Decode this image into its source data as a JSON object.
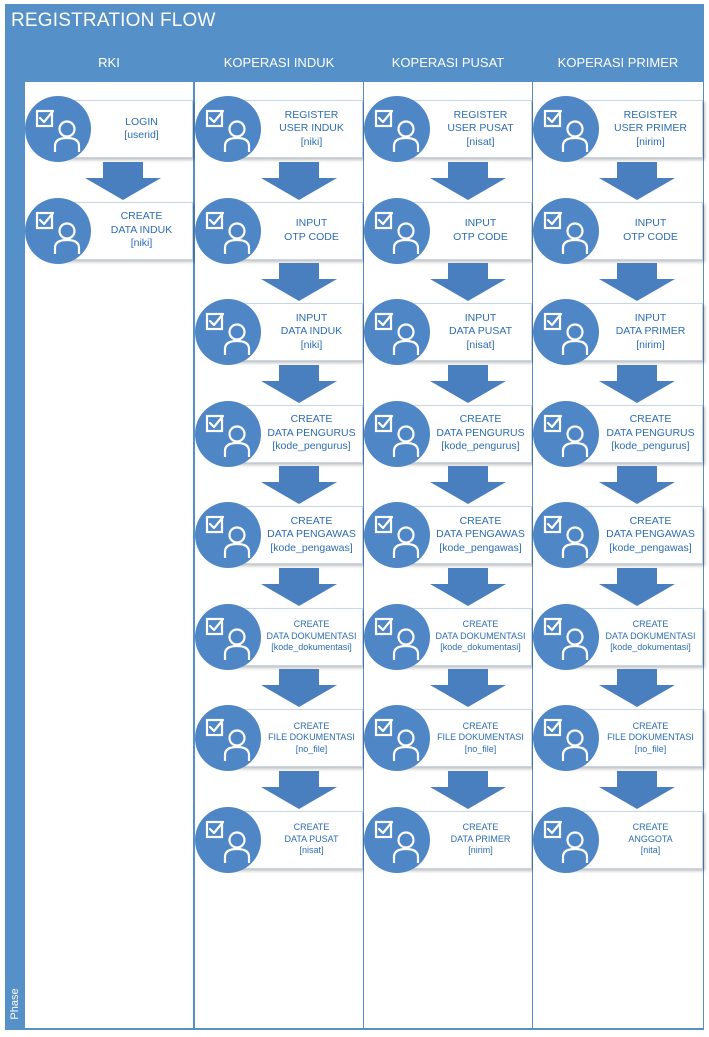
{
  "title": "REGISTRATION FLOW",
  "phase_label": "Phase",
  "colors": {
    "frame": "#5590c9",
    "circle": "#4f86c6",
    "text": "#2d6db3",
    "arrow": "#4a7fbf"
  },
  "lanes": [
    {
      "header": "RKI",
      "steps": [
        [
          "LOGIN",
          "[userid]"
        ],
        [
          "CREATE",
          "DATA INDUK",
          "[niki]"
        ]
      ]
    },
    {
      "header": "KOPERASI INDUK",
      "steps": [
        [
          "REGISTER",
          "USER INDUK",
          "[niki]"
        ],
        [
          "INPUT",
          "OTP CODE"
        ],
        [
          "INPUT",
          "DATA INDUK",
          "[niki]"
        ],
        [
          "CREATE",
          "DATA PENGURUS",
          "[kode_pengurus]"
        ],
        [
          "CREATE",
          "DATA PENGAWAS",
          "[kode_pengawas]"
        ],
        [
          "CREATE",
          "DATA DOKUMENTASI",
          "[kode_dokumentasi]"
        ],
        [
          "CREATE",
          "FILE DOKUMENTASI",
          "[no_file]"
        ],
        [
          "CREATE",
          "DATA PUSAT",
          "[nisat]"
        ]
      ]
    },
    {
      "header": "KOPERASI PUSAT",
      "steps": [
        [
          "REGISTER",
          "USER PUSAT",
          "[nisat]"
        ],
        [
          "INPUT",
          "OTP CODE"
        ],
        [
          "INPUT",
          "DATA PUSAT",
          "[nisat]"
        ],
        [
          "CREATE",
          "DATA PENGURUS",
          "[kode_pengurus]"
        ],
        [
          "CREATE",
          "DATA PENGAWAS",
          "[kode_pengawas]"
        ],
        [
          "CREATE",
          "DATA DOKUMENTASI",
          "[kode_dokumentasi]"
        ],
        [
          "CREATE",
          "FILE DOKUMENTASI",
          "[no_file]"
        ],
        [
          "CREATE",
          "DATA PRIMER",
          "[nirim]"
        ]
      ]
    },
    {
      "header": "KOPERASI PRIMER",
      "steps": [
        [
          "REGISTER",
          "USER PRIMER",
          "[nirim]"
        ],
        [
          "INPUT",
          "OTP CODE"
        ],
        [
          "INPUT",
          "DATA PRIMER",
          "[nirim]"
        ],
        [
          "CREATE",
          "DATA PENGURUS",
          "[kode_pengurus]"
        ],
        [
          "CREATE",
          "DATA PENGAWAS",
          "[kode_pengawas]"
        ],
        [
          "CREATE",
          "DATA DOKUMENTASI",
          "[kode_dokumentasi]"
        ],
        [
          "CREATE",
          "FILE DOKUMENTASI",
          "[no_file]"
        ],
        [
          "CREATE",
          "ANGGOTA",
          "[nita]"
        ]
      ]
    }
  ]
}
